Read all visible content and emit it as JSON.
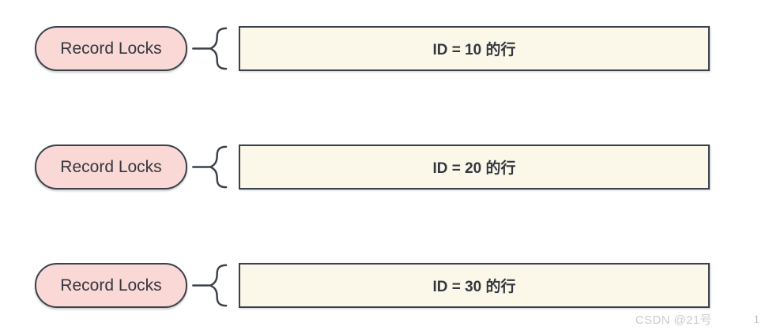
{
  "diagram": {
    "rows": [
      {
        "lock_label": "Record Locks",
        "row_label": "ID = 10 的行"
      },
      {
        "lock_label": "Record Locks",
        "row_label": "ID = 20 的行"
      },
      {
        "lock_label": "Record Locks",
        "row_label": "ID = 30 的行"
      }
    ],
    "icons": {
      "connector": "left-curly-brace"
    },
    "colors": {
      "pill_fill": "#F9D8D6",
      "box_fill": "#FBF8EA",
      "stroke": "#3A414B",
      "text": "#33373D",
      "watermark": "#C9CBCD",
      "page_number": "#AEB3B9"
    }
  },
  "footer": {
    "watermark": "CSDN @21号",
    "page_number": "1"
  }
}
